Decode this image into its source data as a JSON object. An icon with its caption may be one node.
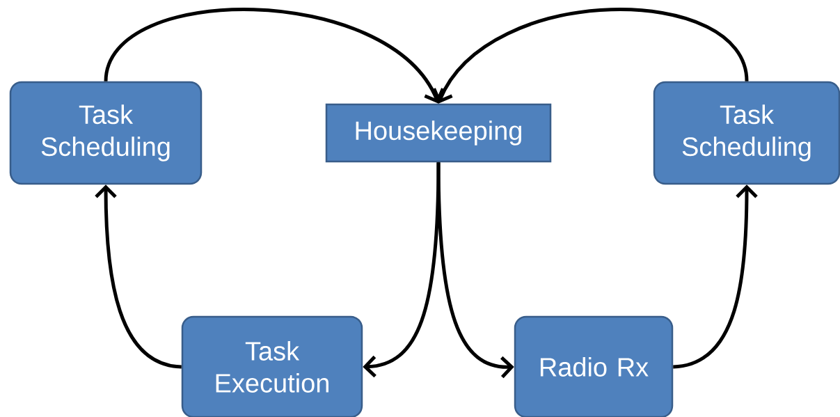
{
  "diagram": {
    "nodes": [
      {
        "text": [
          "Task Scheduling"
        ]
      },
      {
        "text": [
          "Housekeeping"
        ]
      },
      {
        "text": [
          "Task Scheduling"
        ]
      },
      {
        "text": [
          "Task Execution"
        ]
      },
      {
        "text": [
          "Radio Rx"
        ]
      }
    ],
    "edges": [
      {
        "from": 0,
        "to": 1,
        "arrow": "to"
      },
      {
        "from": 2,
        "to": 1,
        "arrow": "to"
      },
      {
        "from": 1,
        "to": 3,
        "arrow": "to"
      },
      {
        "from": 1,
        "to": 4,
        "arrow": "to"
      },
      {
        "from": 3,
        "to": 0,
        "arrow": "to"
      },
      {
        "from": 4,
        "to": 2,
        "arrow": "to"
      }
    ]
  }
}
